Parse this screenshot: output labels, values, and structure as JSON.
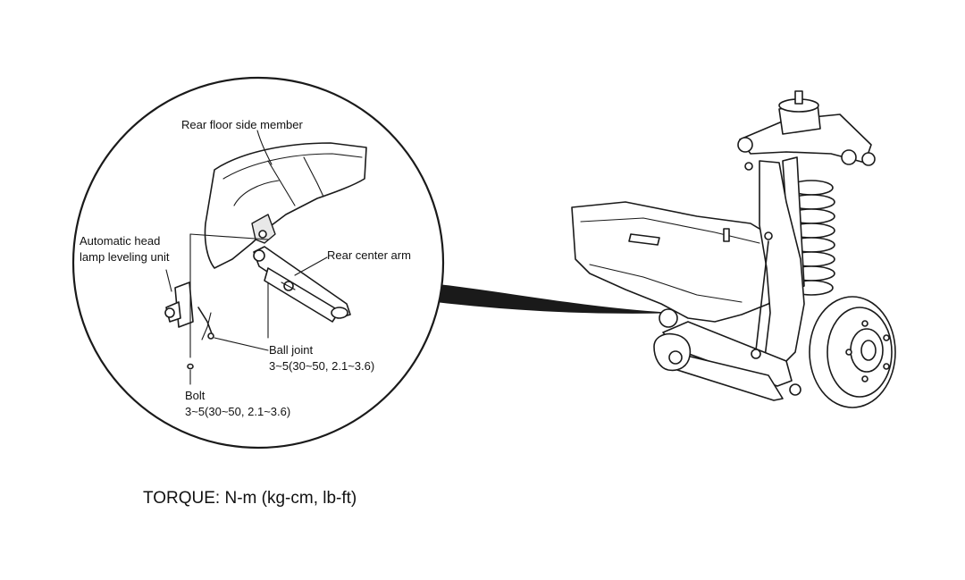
{
  "labels": {
    "rear_floor_side_member": "Rear floor side member",
    "automatic_head_line1": "Automatic head",
    "automatic_head_line2": "lamp leveling unit",
    "rear_center_arm": "Rear center arm",
    "ball_joint": "Ball joint",
    "ball_joint_torque": "3~5(30~50, 2.1~3.6)",
    "bolt": "Bolt",
    "bolt_torque": "3~5(30~50, 2.1~3.6)"
  },
  "footer": {
    "torque_units": "TORQUE: N-m (kg-cm, lb-ft)"
  },
  "colors": {
    "line": "#1a1a1a",
    "background": "#ffffff",
    "shade": "#e8e8e8"
  }
}
